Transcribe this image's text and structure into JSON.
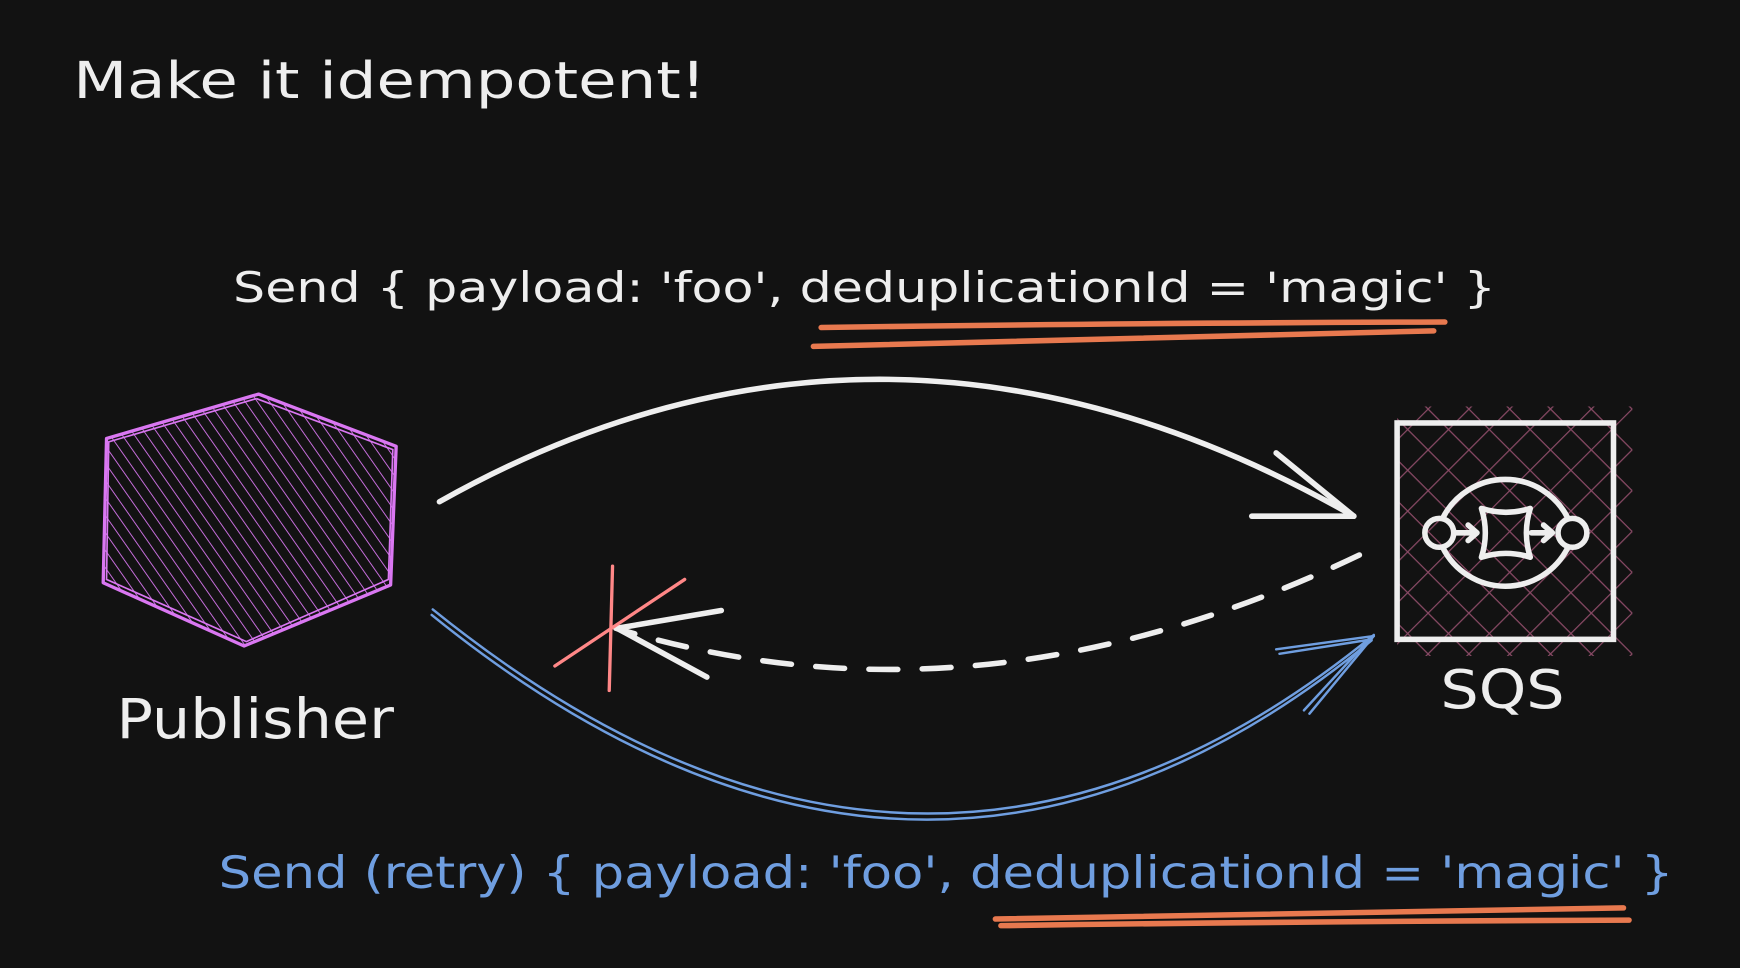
{
  "title": "Make it idempotent!",
  "first_send": {
    "label": "Send { payload: 'foo', deduplicationId = 'magic' }"
  },
  "retry_send": {
    "label": "Send (retry) { payload: 'foo', deduplicationId = 'magic' }"
  },
  "nodes": {
    "publisher": "Publisher",
    "queue": "SQS"
  },
  "icons": {
    "publisher": "hexagon-icon",
    "queue": "sqs-queue-icon",
    "failure": "cross-mark-icon"
  },
  "colors": {
    "background": "#121212",
    "text": "#eeeeee",
    "publisher": "#da77f2",
    "queue_hatch": "#8a4a66",
    "retry": "#6f9ee0",
    "underline": "#e8794f",
    "failure": "#ff8787"
  }
}
